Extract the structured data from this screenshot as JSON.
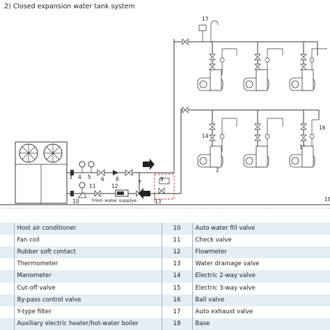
{
  "title": "2) Closed expansion water tank system",
  "supply_label": "From water supplye",
  "part_numbers": {
    "n2": "2",
    "n3": "3",
    "n4": "4",
    "n5": "5",
    "n6": "6",
    "n7": "7",
    "n8": "8",
    "n9": "9",
    "n10": "10",
    "n11": "11",
    "n12": "12",
    "n13": "13",
    "n14": "14",
    "n15": "15",
    "n16": "16",
    "n17": "17",
    "n18": "18"
  },
  "legend": [
    {
      "left_no": "",
      "left_text": "Host air conditioner",
      "right_no": "10",
      "right_text": "Auto water fill valve"
    },
    {
      "left_no": "",
      "left_text": "Fan coil",
      "right_no": "11",
      "right_text": "Check valve"
    },
    {
      "left_no": "",
      "left_text": "Rubber soft contact",
      "right_no": "12",
      "right_text": "Flowmeter"
    },
    {
      "left_no": "",
      "left_text": "Thermometer",
      "right_no": "13",
      "right_text": "Water drainage valve"
    },
    {
      "left_no": "",
      "left_text": "Manometer",
      "right_no": "14",
      "right_text": "Electric 2-way valve"
    },
    {
      "left_no": "",
      "left_text": "Cut-off valve",
      "right_no": "15",
      "right_text": "Electric 3-way valve"
    },
    {
      "left_no": "",
      "left_text": "By-pass control valve",
      "right_no": "16",
      "right_text": "Ball valve"
    },
    {
      "left_no": "",
      "left_text": "Y-type filter",
      "right_no": "17",
      "right_text": "Auto exhaust valve"
    },
    {
      "left_no": "",
      "left_text": "Auxiliary electric heater/hot-water boiler",
      "right_no": "18",
      "right_text": "Base"
    }
  ]
}
